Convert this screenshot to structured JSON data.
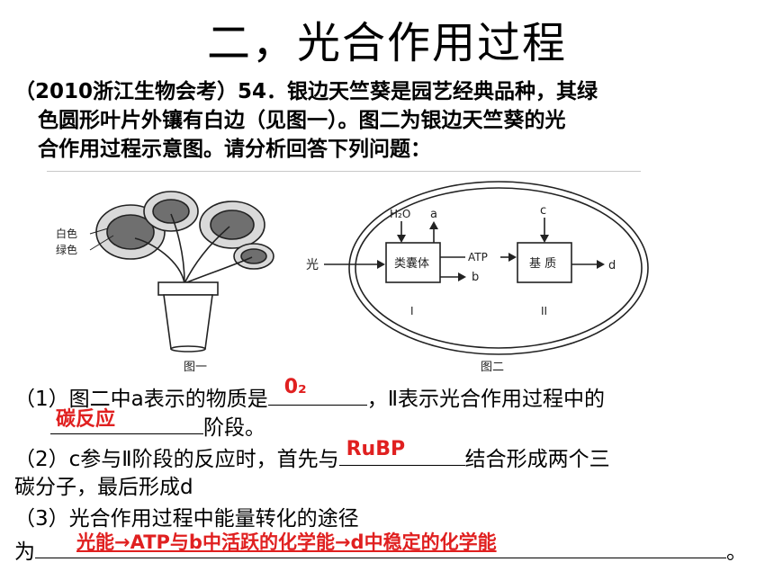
{
  "slide": {
    "title": "二，光合作用过程"
  },
  "question": {
    "line1": "（2010浙江生物会考）54．银边天竺葵是园艺经典品种，其绿",
    "line2": "色圆形叶片外镶有白边（见图一）。图二为银边天竺葵的光",
    "line3": "合作用过程示意图。请分析回答下列问题："
  },
  "figure1": {
    "label_white": "白色",
    "label_green": "绿色",
    "caption": "图一"
  },
  "figure2": {
    "input_light": "光",
    "h2o": "H₂O",
    "a": "a",
    "c": "c",
    "box1": "类囊体",
    "box2": "基 质",
    "atp": "ATP",
    "b": "b",
    "d": "d",
    "roman1": "I",
    "roman2": "II",
    "caption": "图二"
  },
  "q1": {
    "prefix": "（1）图二中a表示的物质是",
    "answer1": "0₂",
    "middle": "，Ⅱ表示光合作用过程中的",
    "answer2": "碳反应",
    "suffix": "阶段。"
  },
  "q2": {
    "prefix": "（2）c参与Ⅱ阶段的反应时，首先与",
    "answer": "RuBP",
    "suffix": "结合形成两个三",
    "line2": "碳分子，最后形成d"
  },
  "q3": {
    "line1": "（3）光合作用过程中能量转化的途径",
    "prefix": "为",
    "answer": "光能→ATP与b中活跃的化学能→d中稳定的化学能",
    "suffix": "。"
  },
  "colors": {
    "answer": "#e02020"
  }
}
